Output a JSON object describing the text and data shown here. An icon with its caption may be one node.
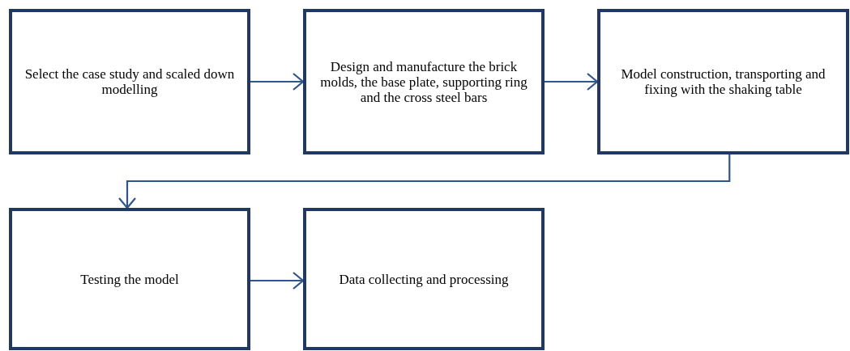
{
  "diagram": {
    "nodes": [
      {
        "text": [
          "Select the case study and scaled down modelling"
        ]
      },
      {
        "text": [
          "Design and manufacture the brick molds, the base plate, supporting ring and the cross steel bars"
        ]
      },
      {
        "text": [
          "Model construction, transporting and fixing with the shaking table"
        ]
      },
      {
        "text": [
          "Testing the model"
        ]
      },
      {
        "text": [
          "Data collecting and processing"
        ]
      }
    ],
    "edges": [
      {
        "from": 0,
        "to": 1,
        "arrow": "to"
      },
      {
        "from": 1,
        "to": 2,
        "arrow": "to"
      },
      {
        "from": 2,
        "to": 3,
        "arrow": "to"
      },
      {
        "from": 3,
        "to": 4,
        "arrow": "to"
      }
    ]
  }
}
